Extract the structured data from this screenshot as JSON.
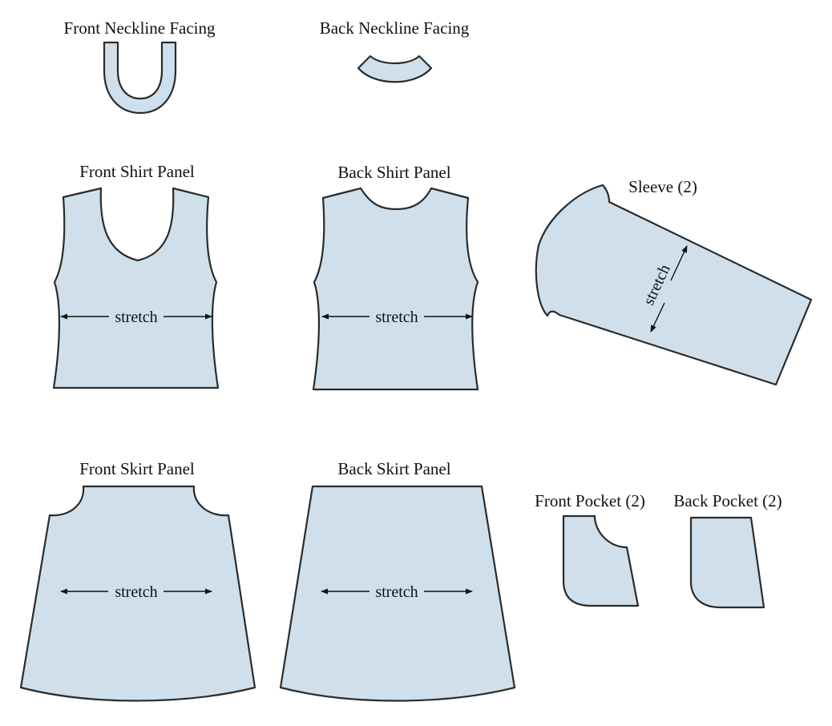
{
  "pieces": {
    "front_neckline_facing": {
      "label": "Front Neckline Facing"
    },
    "back_neckline_facing": {
      "label": "Back Neckline Facing"
    },
    "front_shirt_panel": {
      "label": "Front Shirt Panel",
      "grain": "stretch"
    },
    "back_shirt_panel": {
      "label": "Back Shirt Panel",
      "grain": "stretch"
    },
    "sleeve": {
      "label": "Sleeve (2)",
      "grain": "stretch"
    },
    "front_skirt_panel": {
      "label": "Front Skirt Panel",
      "grain": "stretch"
    },
    "back_skirt_panel": {
      "label": "Back Skirt Panel",
      "grain": "stretch"
    },
    "front_pocket": {
      "label": "Front Pocket (2)"
    },
    "back_pocket": {
      "label": "Back Pocket (2)"
    }
  },
  "colors": {
    "piece_fill": "#cfe0ec",
    "outline": "#2b2b2b"
  }
}
